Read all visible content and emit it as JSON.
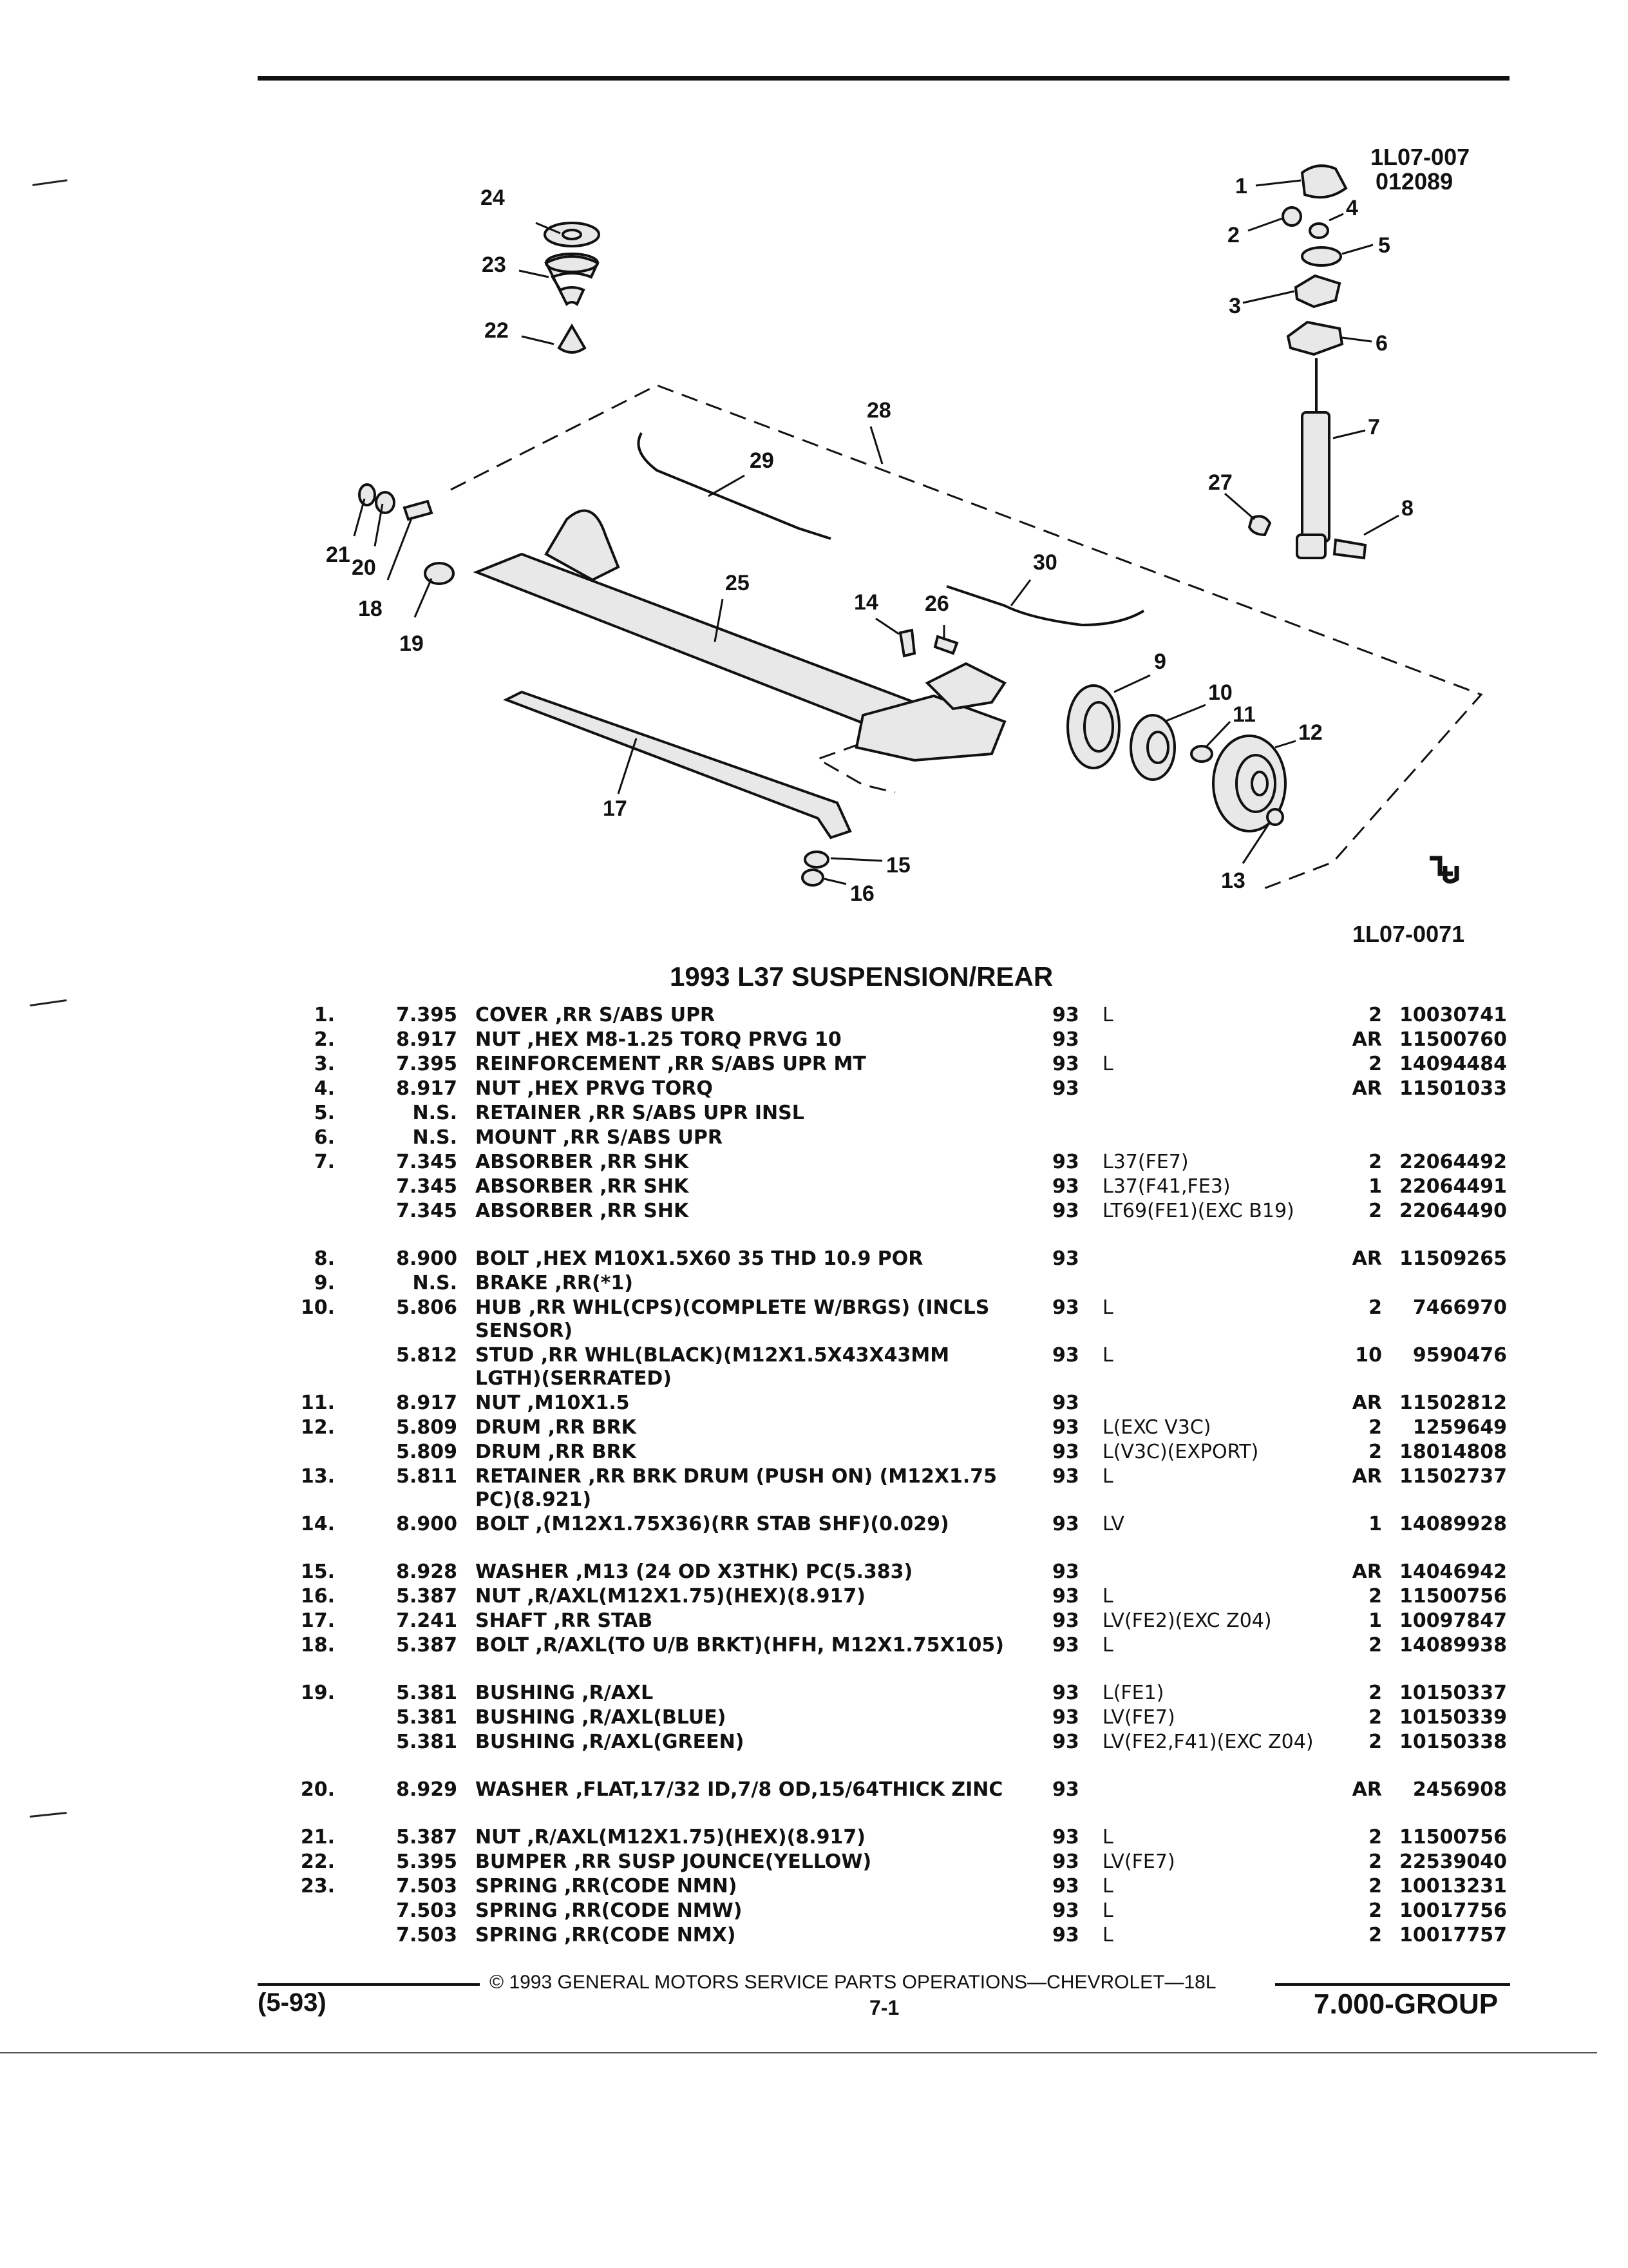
{
  "diagram": {
    "ref_top_1": "1L07-007",
    "ref_top_2": "012089",
    "ref_bottom": "1L07-0071",
    "callouts": [
      "1",
      "2",
      "3",
      "4",
      "5",
      "6",
      "7",
      "8",
      "9",
      "10",
      "11",
      "12",
      "13",
      "14",
      "15",
      "16",
      "17",
      "18",
      "19",
      "20",
      "21",
      "22",
      "23",
      "24",
      "25",
      "26",
      "27",
      "28",
      "29",
      "30"
    ]
  },
  "title": "1993 L37 SUSPENSION/REAR",
  "parts": [
    {
      "item": "1.",
      "group": "7.395",
      "desc": "COVER ,RR S/ABS UPR",
      "year": "93",
      "app": "L",
      "qty": "2",
      "pn": "10030741"
    },
    {
      "item": "2.",
      "group": "8.917",
      "desc": "NUT ,HEX M8-1.25 TORQ PRVG 10",
      "year": "93",
      "app": "",
      "qty": "AR",
      "pn": "11500760"
    },
    {
      "item": "3.",
      "group": "7.395",
      "desc": "REINFORCEMENT ,RR S/ABS UPR MT",
      "year": "93",
      "app": "L",
      "qty": "2",
      "pn": "14094484"
    },
    {
      "item": "4.",
      "group": "8.917",
      "desc": "NUT ,HEX PRVG TORQ",
      "year": "93",
      "app": "",
      "qty": "AR",
      "pn": "11501033"
    },
    {
      "item": "5.",
      "group": "N.S.",
      "desc": "RETAINER ,RR S/ABS UPR INSL",
      "year": "",
      "app": "",
      "qty": "",
      "pn": ""
    },
    {
      "item": "6.",
      "group": "N.S.",
      "desc": "MOUNT ,RR S/ABS UPR",
      "year": "",
      "app": "",
      "qty": "",
      "pn": ""
    },
    {
      "item": "7.",
      "group": "7.345",
      "desc": "ABSORBER ,RR SHK",
      "year": "93",
      "app": "L37(FE7)",
      "qty": "2",
      "pn": "22064492"
    },
    {
      "item": "",
      "group": "7.345",
      "desc": "ABSORBER ,RR SHK",
      "year": "93",
      "app": "L37(F41,FE3)",
      "qty": "1",
      "pn": "22064491"
    },
    {
      "item": "",
      "group": "7.345",
      "desc": "ABSORBER ,RR SHK",
      "year": "93",
      "app": "LT69(FE1)(EXC B19)",
      "qty": "2",
      "pn": "22064490"
    },
    {
      "item": "8.",
      "group": "8.900",
      "desc": "BOLT ,HEX M10X1.5X60 35 THD 10.9 POR",
      "year": "93",
      "app": "",
      "qty": "AR",
      "pn": "11509265"
    },
    {
      "item": "9.",
      "group": "N.S.",
      "desc": "BRAKE ,RR(*1)",
      "year": "",
      "app": "",
      "qty": "",
      "pn": ""
    },
    {
      "item": "10.",
      "group": "5.806",
      "desc": "HUB ,RR WHL(CPS)(COMPLETE W/BRGS) (INCLS SENSOR)",
      "year": "93",
      "app": "L",
      "qty": "2",
      "pn": "7466970"
    },
    {
      "item": "",
      "group": "5.812",
      "desc": "STUD ,RR WHL(BLACK)(M12X1.5X43X43MM LGTH)(SERRATED)",
      "year": "93",
      "app": "L",
      "qty": "10",
      "pn": "9590476"
    },
    {
      "item": "11.",
      "group": "8.917",
      "desc": "NUT ,M10X1.5",
      "year": "93",
      "app": "",
      "qty": "AR",
      "pn": "11502812"
    },
    {
      "item": "12.",
      "group": "5.809",
      "desc": "DRUM ,RR BRK",
      "year": "93",
      "app": "L(EXC V3C)",
      "qty": "2",
      "pn": "1259649"
    },
    {
      "item": "",
      "group": "5.809",
      "desc": "DRUM ,RR BRK",
      "year": "93",
      "app": "L(V3C)(EXPORT)",
      "qty": "2",
      "pn": "18014808"
    },
    {
      "item": "13.",
      "group": "5.811",
      "desc": "RETAINER ,RR BRK DRUM (PUSH ON) (M12X1.75 PC)(8.921)",
      "year": "93",
      "app": "L",
      "qty": "AR",
      "pn": "11502737"
    },
    {
      "item": "14.",
      "group": "8.900",
      "desc": "BOLT ,(M12X1.75X36)(RR STAB SHF)(0.029)",
      "year": "93",
      "app": "LV",
      "qty": "1",
      "pn": "14089928"
    },
    {
      "item": "15.",
      "group": "8.928",
      "desc": "WASHER ,M13 (24 OD X3THK) PC(5.383)",
      "year": "93",
      "app": "",
      "qty": "AR",
      "pn": "14046942"
    },
    {
      "item": "16.",
      "group": "5.387",
      "desc": "NUT ,R/AXL(M12X1.75)(HEX)(8.917)",
      "year": "93",
      "app": "L",
      "qty": "2",
      "pn": "11500756"
    },
    {
      "item": "17.",
      "group": "7.241",
      "desc": "SHAFT ,RR STAB",
      "year": "93",
      "app": "LV(FE2)(EXC Z04)",
      "qty": "1",
      "pn": "10097847"
    },
    {
      "item": "18.",
      "group": "5.387",
      "desc": "BOLT ,R/AXL(TO U/B BRKT)(HFH, M12X1.75X105)",
      "year": "93",
      "app": "L",
      "qty": "2",
      "pn": "14089938"
    },
    {
      "item": "19.",
      "group": "5.381",
      "desc": "BUSHING ,R/AXL",
      "year": "93",
      "app": "L(FE1)",
      "qty": "2",
      "pn": "10150337"
    },
    {
      "item": "",
      "group": "5.381",
      "desc": "BUSHING ,R/AXL(BLUE)",
      "year": "93",
      "app": "LV(FE7)",
      "qty": "2",
      "pn": "10150339"
    },
    {
      "item": "",
      "group": "5.381",
      "desc": "BUSHING ,R/AXL(GREEN)",
      "year": "93",
      "app": "LV(FE2,F41)(EXC Z04)",
      "qty": "2",
      "pn": "10150338"
    },
    {
      "item": "20.",
      "group": "8.929",
      "desc": "WASHER ,FLAT,17/32 ID,7/8 OD,15/64THICK ZINC",
      "year": "93",
      "app": "",
      "qty": "AR",
      "pn": "2456908"
    },
    {
      "item": "21.",
      "group": "5.387",
      "desc": "NUT ,R/AXL(M12X1.75)(HEX)(8.917)",
      "year": "93",
      "app": "L",
      "qty": "2",
      "pn": "11500756"
    },
    {
      "item": "22.",
      "group": "5.395",
      "desc": "BUMPER ,RR SUSP JOUNCE(YELLOW)",
      "year": "93",
      "app": "LV(FE7)",
      "qty": "2",
      "pn": "22539040"
    },
    {
      "item": "23.",
      "group": "7.503",
      "desc": "SPRING ,RR(CODE NMN)",
      "year": "93",
      "app": "L",
      "qty": "2",
      "pn": "10013231"
    },
    {
      "item": "",
      "group": "7.503",
      "desc": "SPRING ,RR(CODE NMW)",
      "year": "93",
      "app": "L",
      "qty": "2",
      "pn": "10017756"
    },
    {
      "item": "",
      "group": "7.503",
      "desc": "SPRING ,RR(CODE NMX)",
      "year": "93",
      "app": "L",
      "qty": "2",
      "pn": "10017757"
    }
  ],
  "footer": {
    "copyright": "© 1993 GENERAL MOTORS SERVICE PARTS OPERATIONS—CHEVROLET—18L",
    "date": "(5-93)",
    "page": "7-1",
    "group": "7.000-GROUP"
  }
}
